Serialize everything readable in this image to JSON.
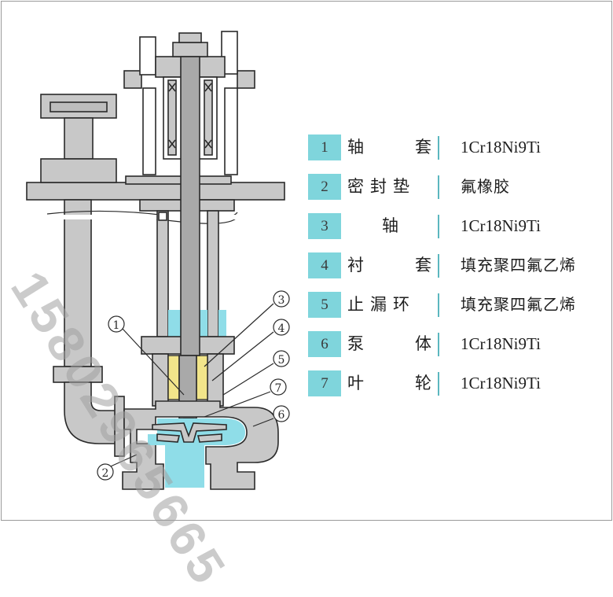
{
  "parts": [
    {
      "number": "1",
      "name": "轴 套",
      "name_layout": "split",
      "material": "1Cr18Ni9Ti",
      "material_kind": "latin"
    },
    {
      "number": "2",
      "name": "密封垫",
      "name_layout": "joined",
      "material": "氟橡胶",
      "material_kind": "cjk"
    },
    {
      "number": "3",
      "name": "轴",
      "name_layout": "center",
      "material": "1Cr18Ni9Ti",
      "material_kind": "latin"
    },
    {
      "number": "4",
      "name": "衬 套",
      "name_layout": "split",
      "material": "填充聚四氟乙烯",
      "material_kind": "cjk"
    },
    {
      "number": "5",
      "name": "止漏环",
      "name_layout": "joined",
      "material": "填充聚四氟乙烯",
      "material_kind": "cjk"
    },
    {
      "number": "6",
      "name": "泵 体",
      "name_layout": "split",
      "material": "1Cr18Ni9Ti",
      "material_kind": "latin"
    },
    {
      "number": "7",
      "name": "叶 轮",
      "name_layout": "split",
      "material": "1Cr18Ni9Ti",
      "material_kind": "latin"
    }
  ],
  "callouts": {
    "c1": "1",
    "c2": "2",
    "c3": "3",
    "c4": "4",
    "c5": "5",
    "c6": "6",
    "c7": "7"
  },
  "watermark": "15802965665",
  "colors": {
    "metal": "#c8c8c8",
    "outline": "#2a2a2a",
    "liquid": "#8fdde8",
    "bushing": "#f2e58a",
    "label_fill": "#7fd5dc",
    "divider": "#5bb7bf"
  }
}
